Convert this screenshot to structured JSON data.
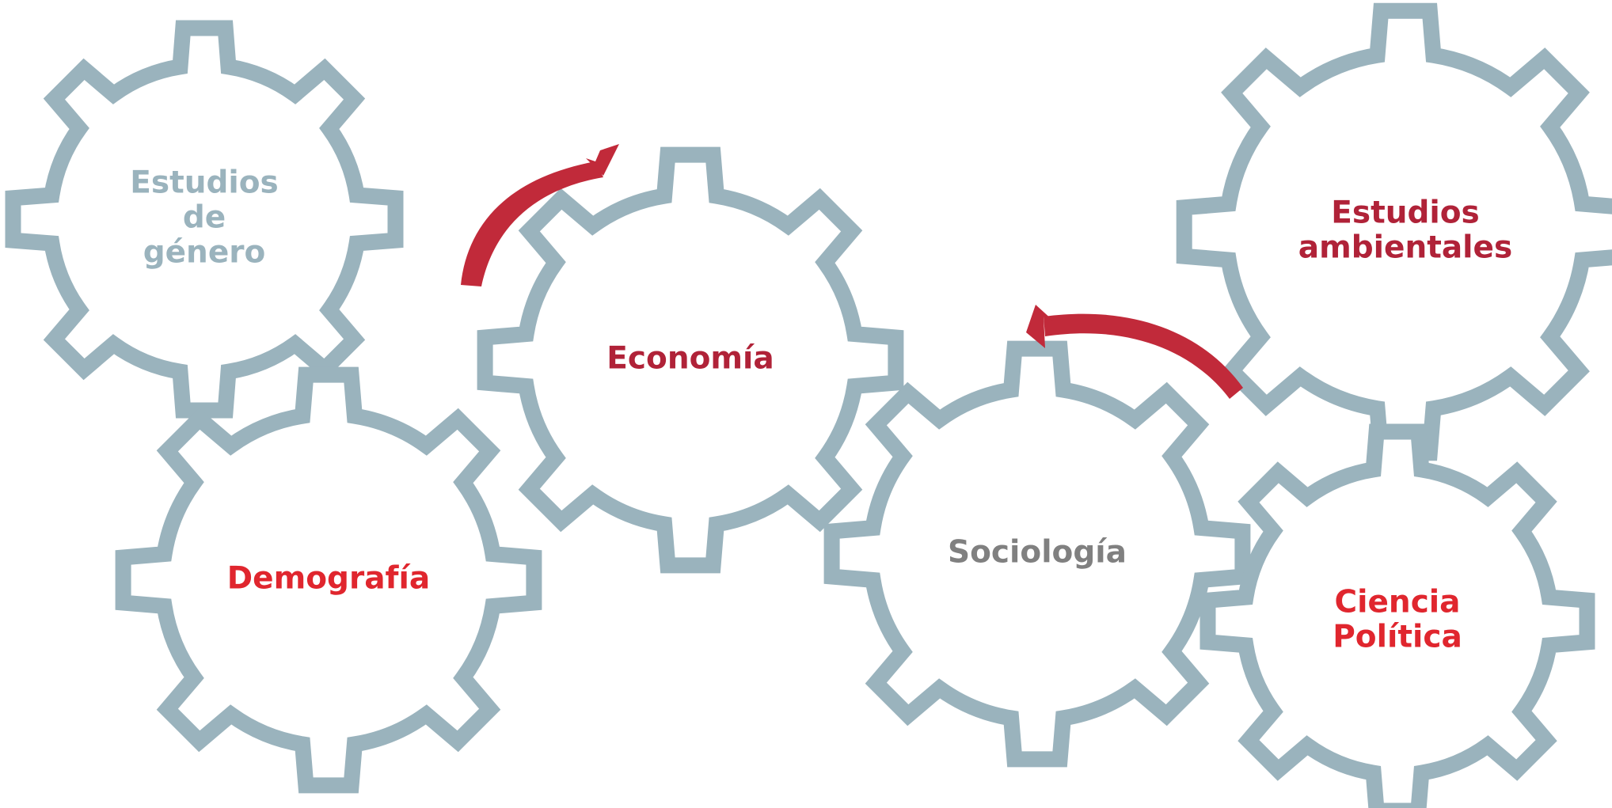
{
  "diagram": {
    "gears": [
      {
        "id": "estudios-de-genero",
        "lines": [
          "Estudios",
          "de",
          "género"
        ],
        "color": "#9ab3bd"
      },
      {
        "id": "demografia",
        "lines": [
          "Demografía"
        ],
        "color": "#e0262e"
      },
      {
        "id": "economia",
        "lines": [
          "Economía"
        ],
        "color": "#b02238"
      },
      {
        "id": "sociologia",
        "lines": [
          "Sociología"
        ],
        "color": "#808080"
      },
      {
        "id": "estudios-ambientales",
        "lines": [
          "Estudios",
          "ambientales"
        ],
        "color": "#b02238"
      },
      {
        "id": "ciencia-politica",
        "lines": [
          "Ciencia",
          "Política"
        ],
        "color": "#e0262e"
      }
    ],
    "gear_stroke_color": "#9ab3bd",
    "arrow_color": "#c12a3a",
    "arrows": [
      {
        "id": "arrow-to-economia",
        "direction": "clockwise"
      },
      {
        "id": "arrow-to-sociologia",
        "direction": "counter-clockwise"
      }
    ]
  }
}
